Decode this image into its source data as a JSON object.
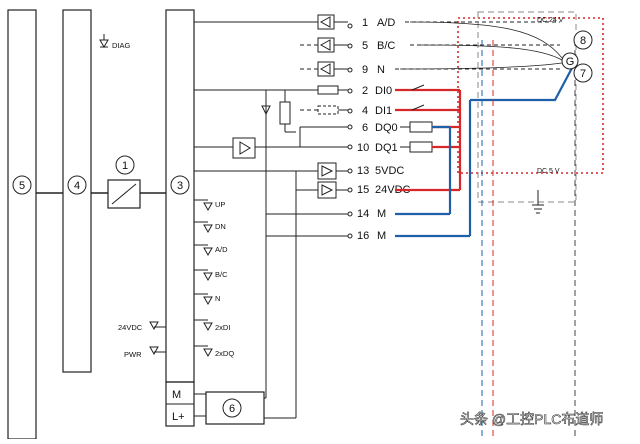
{
  "colors": {
    "red": "#d62828",
    "blue": "#1f5fa8",
    "wire": "#222222",
    "watermark": "#ffffff"
  },
  "modules": {
    "m5": "5",
    "m4": "4",
    "m1": "1",
    "m3": "3",
    "m6": "6",
    "m8": "8",
    "m7": "7"
  },
  "diag": {
    "label": "DIAG"
  },
  "leds": [
    "UP",
    "DN",
    "A/D",
    "B/C",
    "N",
    "2xDI",
    "2xDQ"
  ],
  "left_leds": [
    "24VDC",
    "PWR"
  ],
  "power": {
    "m": "M",
    "lplus": "L+"
  },
  "terminals": [
    {
      "num": "1",
      "name": "A/D"
    },
    {
      "num": "5",
      "name": "B/C"
    },
    {
      "num": "9",
      "name": "N"
    },
    {
      "num": "2",
      "name": "DI0"
    },
    {
      "num": "4",
      "name": "DI1"
    },
    {
      "num": "6",
      "name": "DQ0"
    },
    {
      "num": "10",
      "name": "DQ1"
    },
    {
      "num": "13",
      "name": "5VDC"
    },
    {
      "num": "15",
      "name": "24VDC"
    },
    {
      "num": "14",
      "name": "M"
    },
    {
      "num": "16",
      "name": "M"
    }
  ],
  "encoder": {
    "top": "DC 24 V",
    "bottom": "DC 5 V",
    "symbol": "G"
  },
  "watermark": "头条 @工控PLC布道师"
}
